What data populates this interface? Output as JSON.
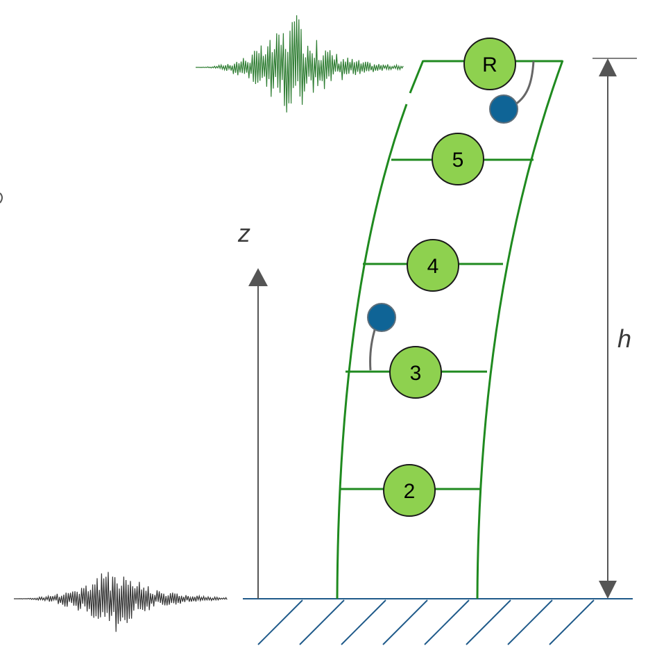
{
  "diagram": {
    "axis_label": "z",
    "height_label": "h",
    "floor_labels": [
      "2",
      "3",
      "4",
      "5",
      "R"
    ],
    "colors": {
      "structure": "#1f8a1f",
      "node_fill": "#8ed14f",
      "sensor": "#0f6496",
      "ground": "#1f5a8a",
      "arrow": "#555555",
      "top_signal": "#2e7d32",
      "base_signal": "#333333"
    }
  }
}
